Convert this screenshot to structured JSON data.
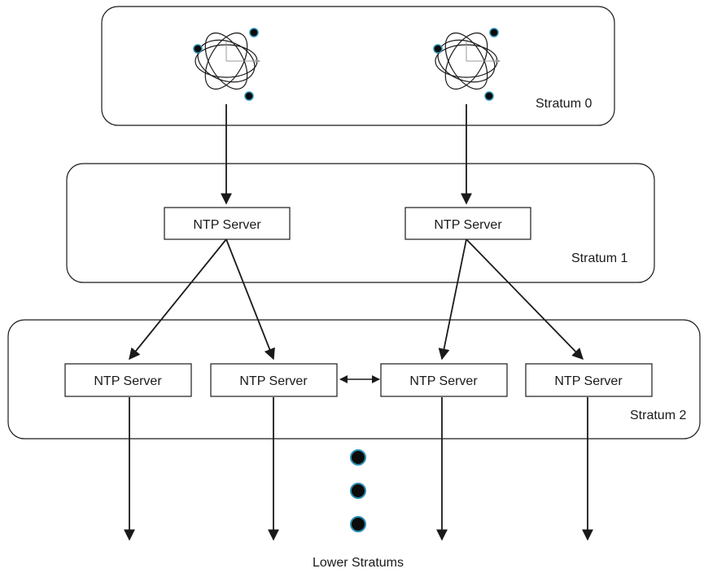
{
  "stratum0": {
    "label": "Stratum 0",
    "icon": "atomic-clock-icon"
  },
  "stratum1": {
    "label": "Stratum 1",
    "servers": [
      {
        "label": "NTP Server"
      },
      {
        "label": "NTP Server"
      }
    ]
  },
  "stratum2": {
    "label": "Stratum 2",
    "servers": [
      {
        "label": "NTP Server"
      },
      {
        "label": "NTP Server"
      },
      {
        "label": "NTP Server"
      },
      {
        "label": "NTP Server"
      }
    ]
  },
  "lower": {
    "label": "Lower Stratums"
  },
  "colors": {
    "stroke": "#1a1a1a",
    "dot_fill": "#0b0b0b",
    "dot_ring": "#2a8fb3"
  }
}
